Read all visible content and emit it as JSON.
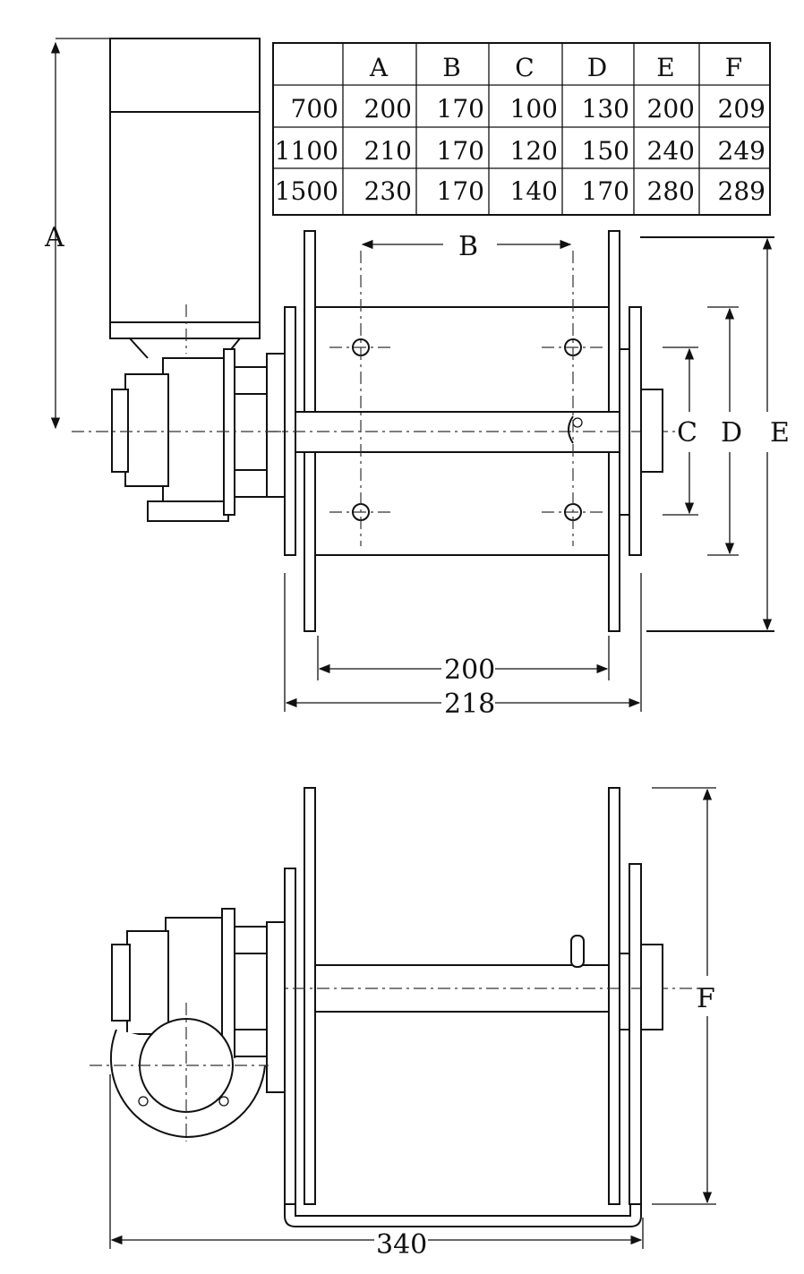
{
  "table": {
    "headers": [
      "",
      "A",
      "B",
      "C",
      "D",
      "E",
      "F"
    ],
    "rows": [
      [
        "700",
        "200",
        "170",
        "100",
        "130",
        "200",
        "209"
      ],
      [
        "1100",
        "210",
        "170",
        "120",
        "150",
        "240",
        "249"
      ],
      [
        "1500",
        "230",
        "170",
        "140",
        "170",
        "280",
        "289"
      ]
    ]
  },
  "dimensions": {
    "a": "A",
    "b": "B",
    "c": "C",
    "d": "D",
    "e": "E",
    "f": "F",
    "inner_width": "200",
    "outer_width": "218",
    "overall_length": "340"
  }
}
